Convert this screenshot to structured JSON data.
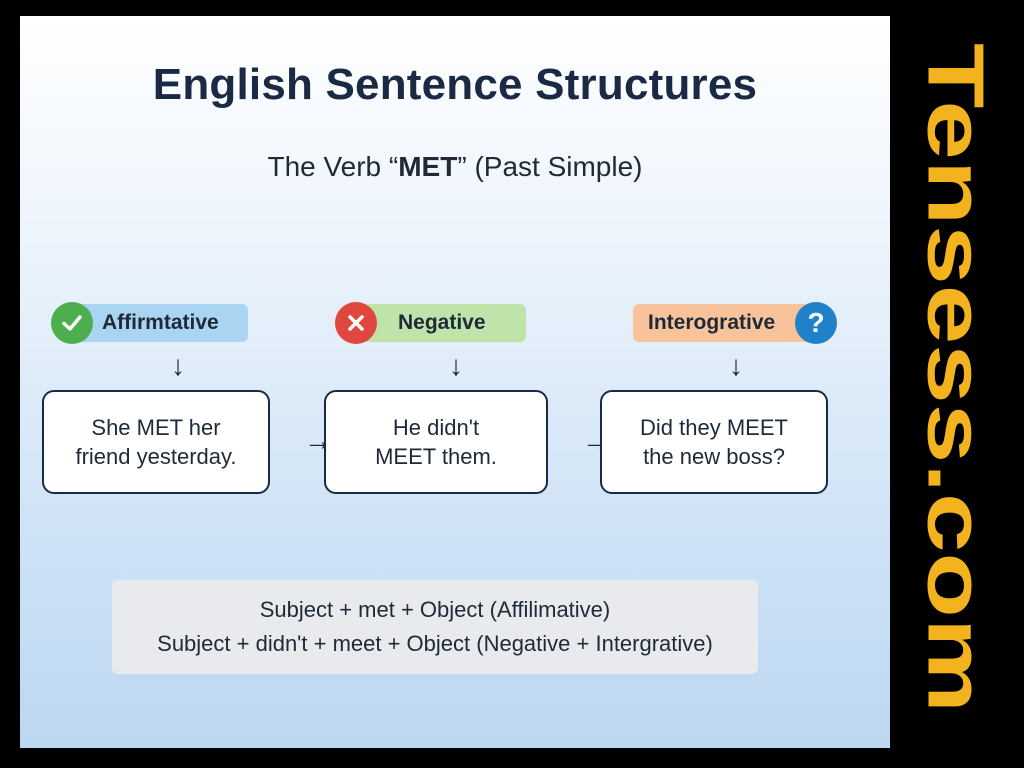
{
  "title": "English Sentence Structures",
  "subtitle": {
    "pre": "The Verb “",
    "verb": "MET",
    "post": "” (Past Simple)"
  },
  "labels": {
    "affirmative": "Affirmtative",
    "negative": "Negative",
    "interrogative": "Interogrative",
    "question_mark": "?"
  },
  "boxes": [
    {
      "line1": "She MET her",
      "line2": "friend yesterday."
    },
    {
      "line1": "He didn't",
      "line2": "MEET them."
    },
    {
      "line1": "Did they MEET",
      "line2": "the new boss?"
    }
  ],
  "arrows": {
    "down": "↓",
    "right": "→"
  },
  "formula": {
    "line1": "Subject + met + Object (Affilimative)",
    "line2": "Subject + didn't + meet + Object (Negative + Intergrative)"
  },
  "brand": "Tensess.com",
  "colors": {
    "brand": "#f3b31e",
    "affirmative_label": "#a9d5f3",
    "negative_label": "#bfe3a9",
    "interrogative_label": "#f8c39b",
    "check_badge": "#4cae4c",
    "x_badge": "#e0473e",
    "question_badge": "#1f82c8"
  }
}
